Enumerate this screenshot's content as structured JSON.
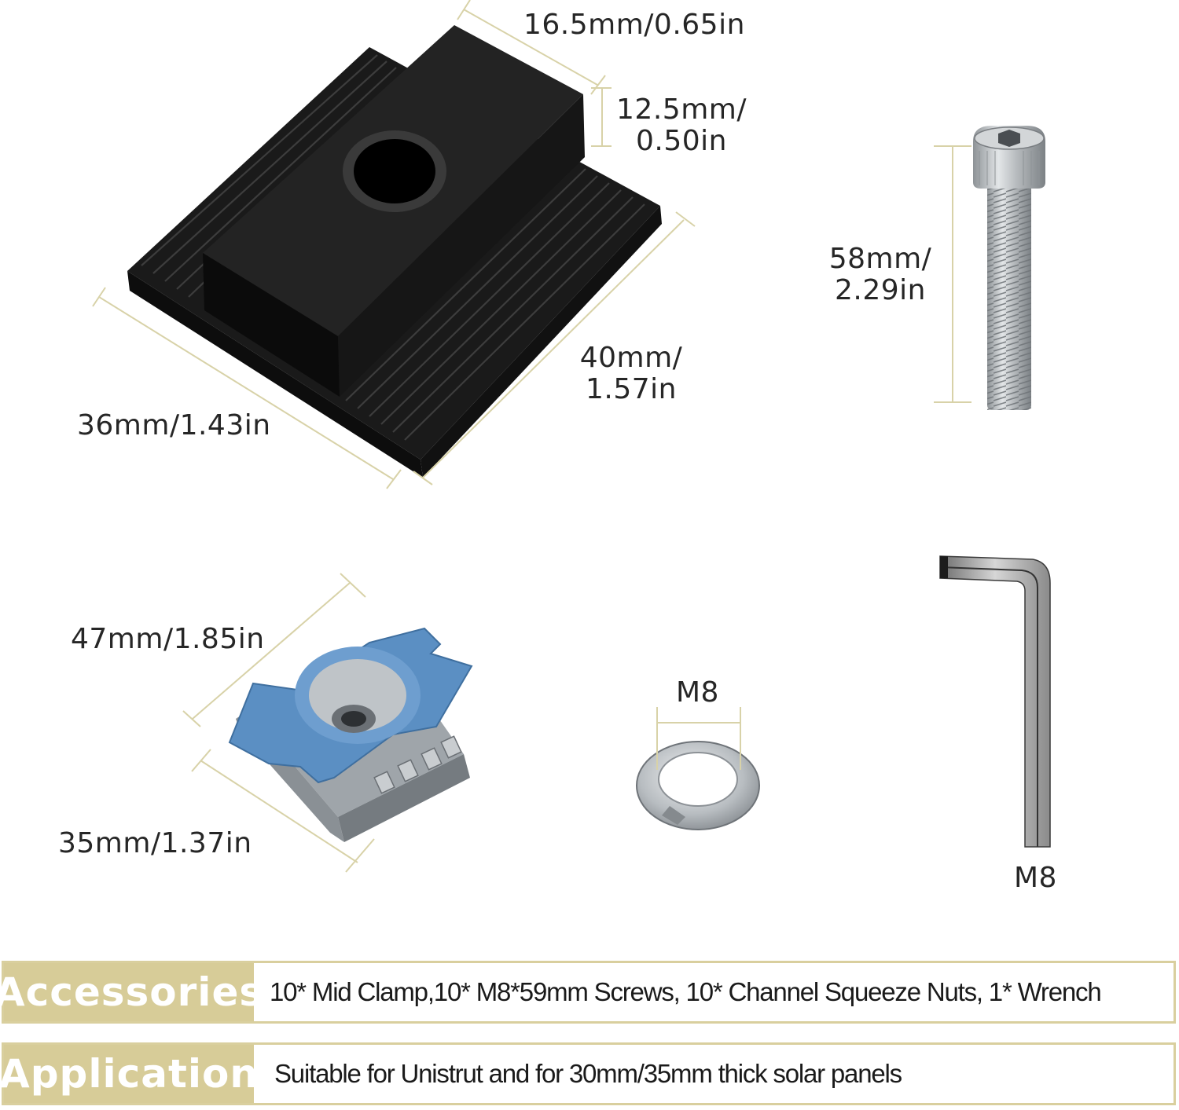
{
  "dimensions": {
    "clamp_width": "16.5mm/0.65in",
    "clamp_height_line1": "12.5mm/",
    "clamp_height_line2": "0.50in",
    "clamp_length_line1": "40mm/",
    "clamp_length_line2": "1.57in",
    "clamp_depth": "36mm/1.43in",
    "screw_length_line1": "58mm/",
    "screw_length_line2": "2.29in",
    "nut_length": "47mm/1.85in",
    "nut_width": "35mm/1.37in",
    "washer_size": "M8",
    "wrench_size": "M8"
  },
  "info": {
    "accessories_label": "Accessories",
    "accessories_text": "10* Mid Clamp,10* M8*59mm Screws, 10* Channel Squeeze Nuts, 1* Wrench",
    "application_label": "Application",
    "application_text": "Suitable for Unistrut and for 30mm/35mm thick solar panels"
  },
  "colors": {
    "accent": "#d7cc98",
    "dimension_line": "#d8d2a8",
    "clamp": "#141414",
    "nut_blue": "#5a8fc2",
    "metal": "#b8bcc0"
  }
}
